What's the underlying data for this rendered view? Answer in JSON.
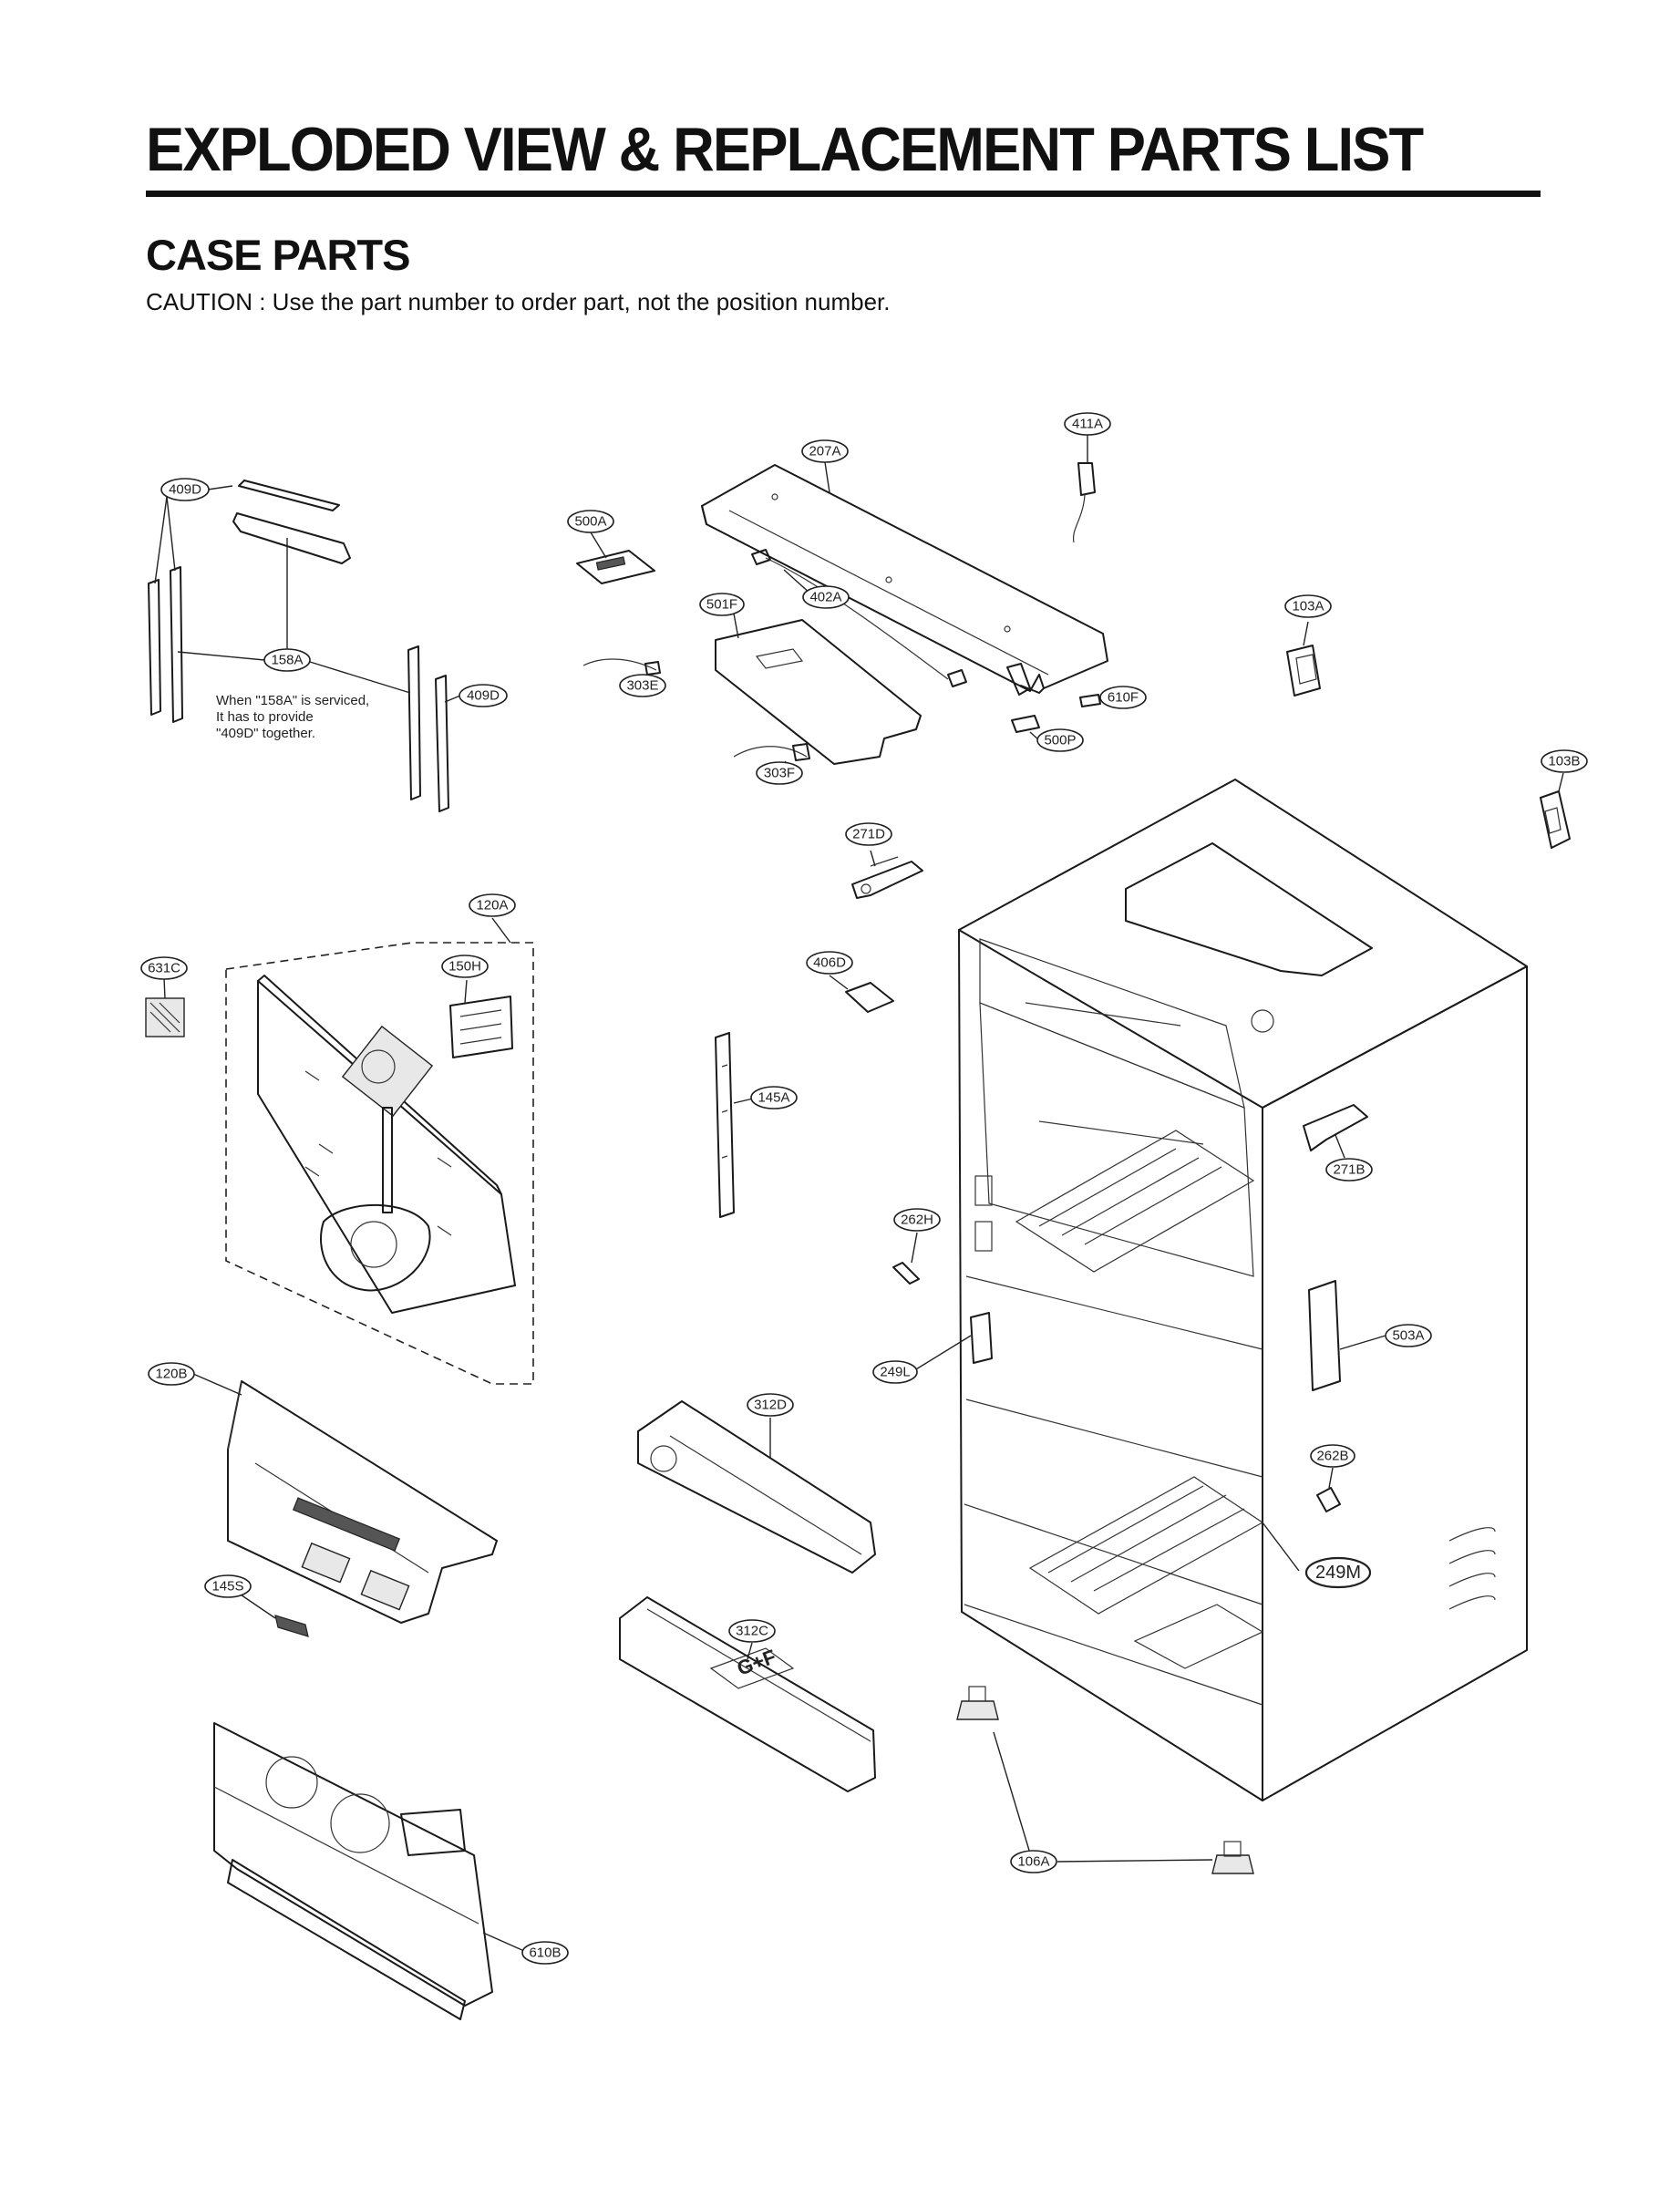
{
  "header": {
    "title": "EXPLODED VIEW & REPLACEMENT PARTS LIST",
    "section": "CASE PARTS",
    "caution": "CAUTION : Use the part number to order part, not the position number."
  },
  "note": {
    "lines": [
      "When \"158A\" is serviced,",
      "It has to provide",
      "\"409D\" together."
    ]
  },
  "callouts": {
    "c409D_top": "409D",
    "c158A": "158A",
    "c409D_side": "409D",
    "c500A": "500A",
    "c207A": "207A",
    "c411A": "411A",
    "c501F": "501F",
    "c402A": "402A",
    "c303E": "303E",
    "c303F": "303F",
    "c610F": "610F",
    "c500P": "500P",
    "c103A": "103A",
    "c103B": "103B",
    "c271D": "271D",
    "c120A": "120A",
    "c631C": "631C",
    "c150H": "150H",
    "c406D": "406D",
    "c145A": "145A",
    "c271B": "271B",
    "c262H": "262H",
    "c503A": "503A",
    "c249L": "249L",
    "c120B": "120B",
    "c312D": "312D",
    "c262B": "262B",
    "c249M": "249M",
    "c145S": "145S",
    "c312C": "312C",
    "c106A": "106A",
    "c610B": "610B"
  },
  "drawer_label": "G+F",
  "colors": {
    "ink": "#111111",
    "background": "#ffffff"
  }
}
